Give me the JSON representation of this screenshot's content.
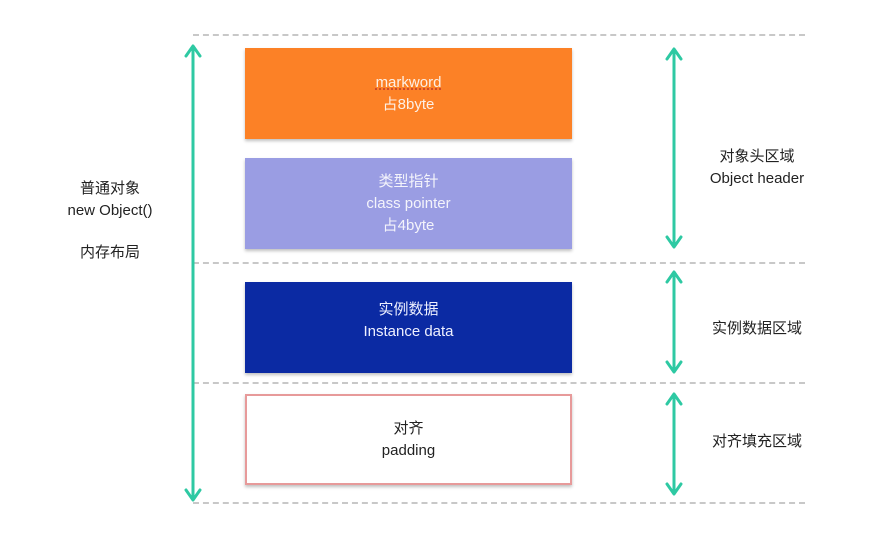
{
  "colors": {
    "markword_bg": "#fc8126",
    "class_pointer_bg": "#9a9de3",
    "instance_data_bg": "#0b2aa3",
    "padding_border": "#e79a9a",
    "arrow": "#2ec9a3",
    "separator": "#c8c8c8"
  },
  "left_label": {
    "line1": "普通对象",
    "line2": "new Object()",
    "line3": "内存布局"
  },
  "blocks": [
    {
      "id": "markword",
      "lines": [
        "markword",
        "占8byte"
      ]
    },
    {
      "id": "class_pointer",
      "lines": [
        "类型指针",
        "class pointer",
        "占4byte"
      ]
    },
    {
      "id": "instance_data",
      "lines": [
        "实例数据",
        "Instance data"
      ]
    },
    {
      "id": "padding",
      "lines": [
        "对齐",
        "padding"
      ]
    }
  ],
  "regions": [
    {
      "id": "object_header",
      "lines": [
        "对象头区域",
        "Object header"
      ]
    },
    {
      "id": "instance_data_region",
      "lines": [
        "实例数据区域"
      ]
    },
    {
      "id": "padding_region",
      "lines": [
        "对齐填充区域"
      ]
    }
  ],
  "icons": {
    "total_span_arrow": "double-headed-vertical-arrow",
    "region_arrow": "double-headed-vertical-arrow"
  }
}
